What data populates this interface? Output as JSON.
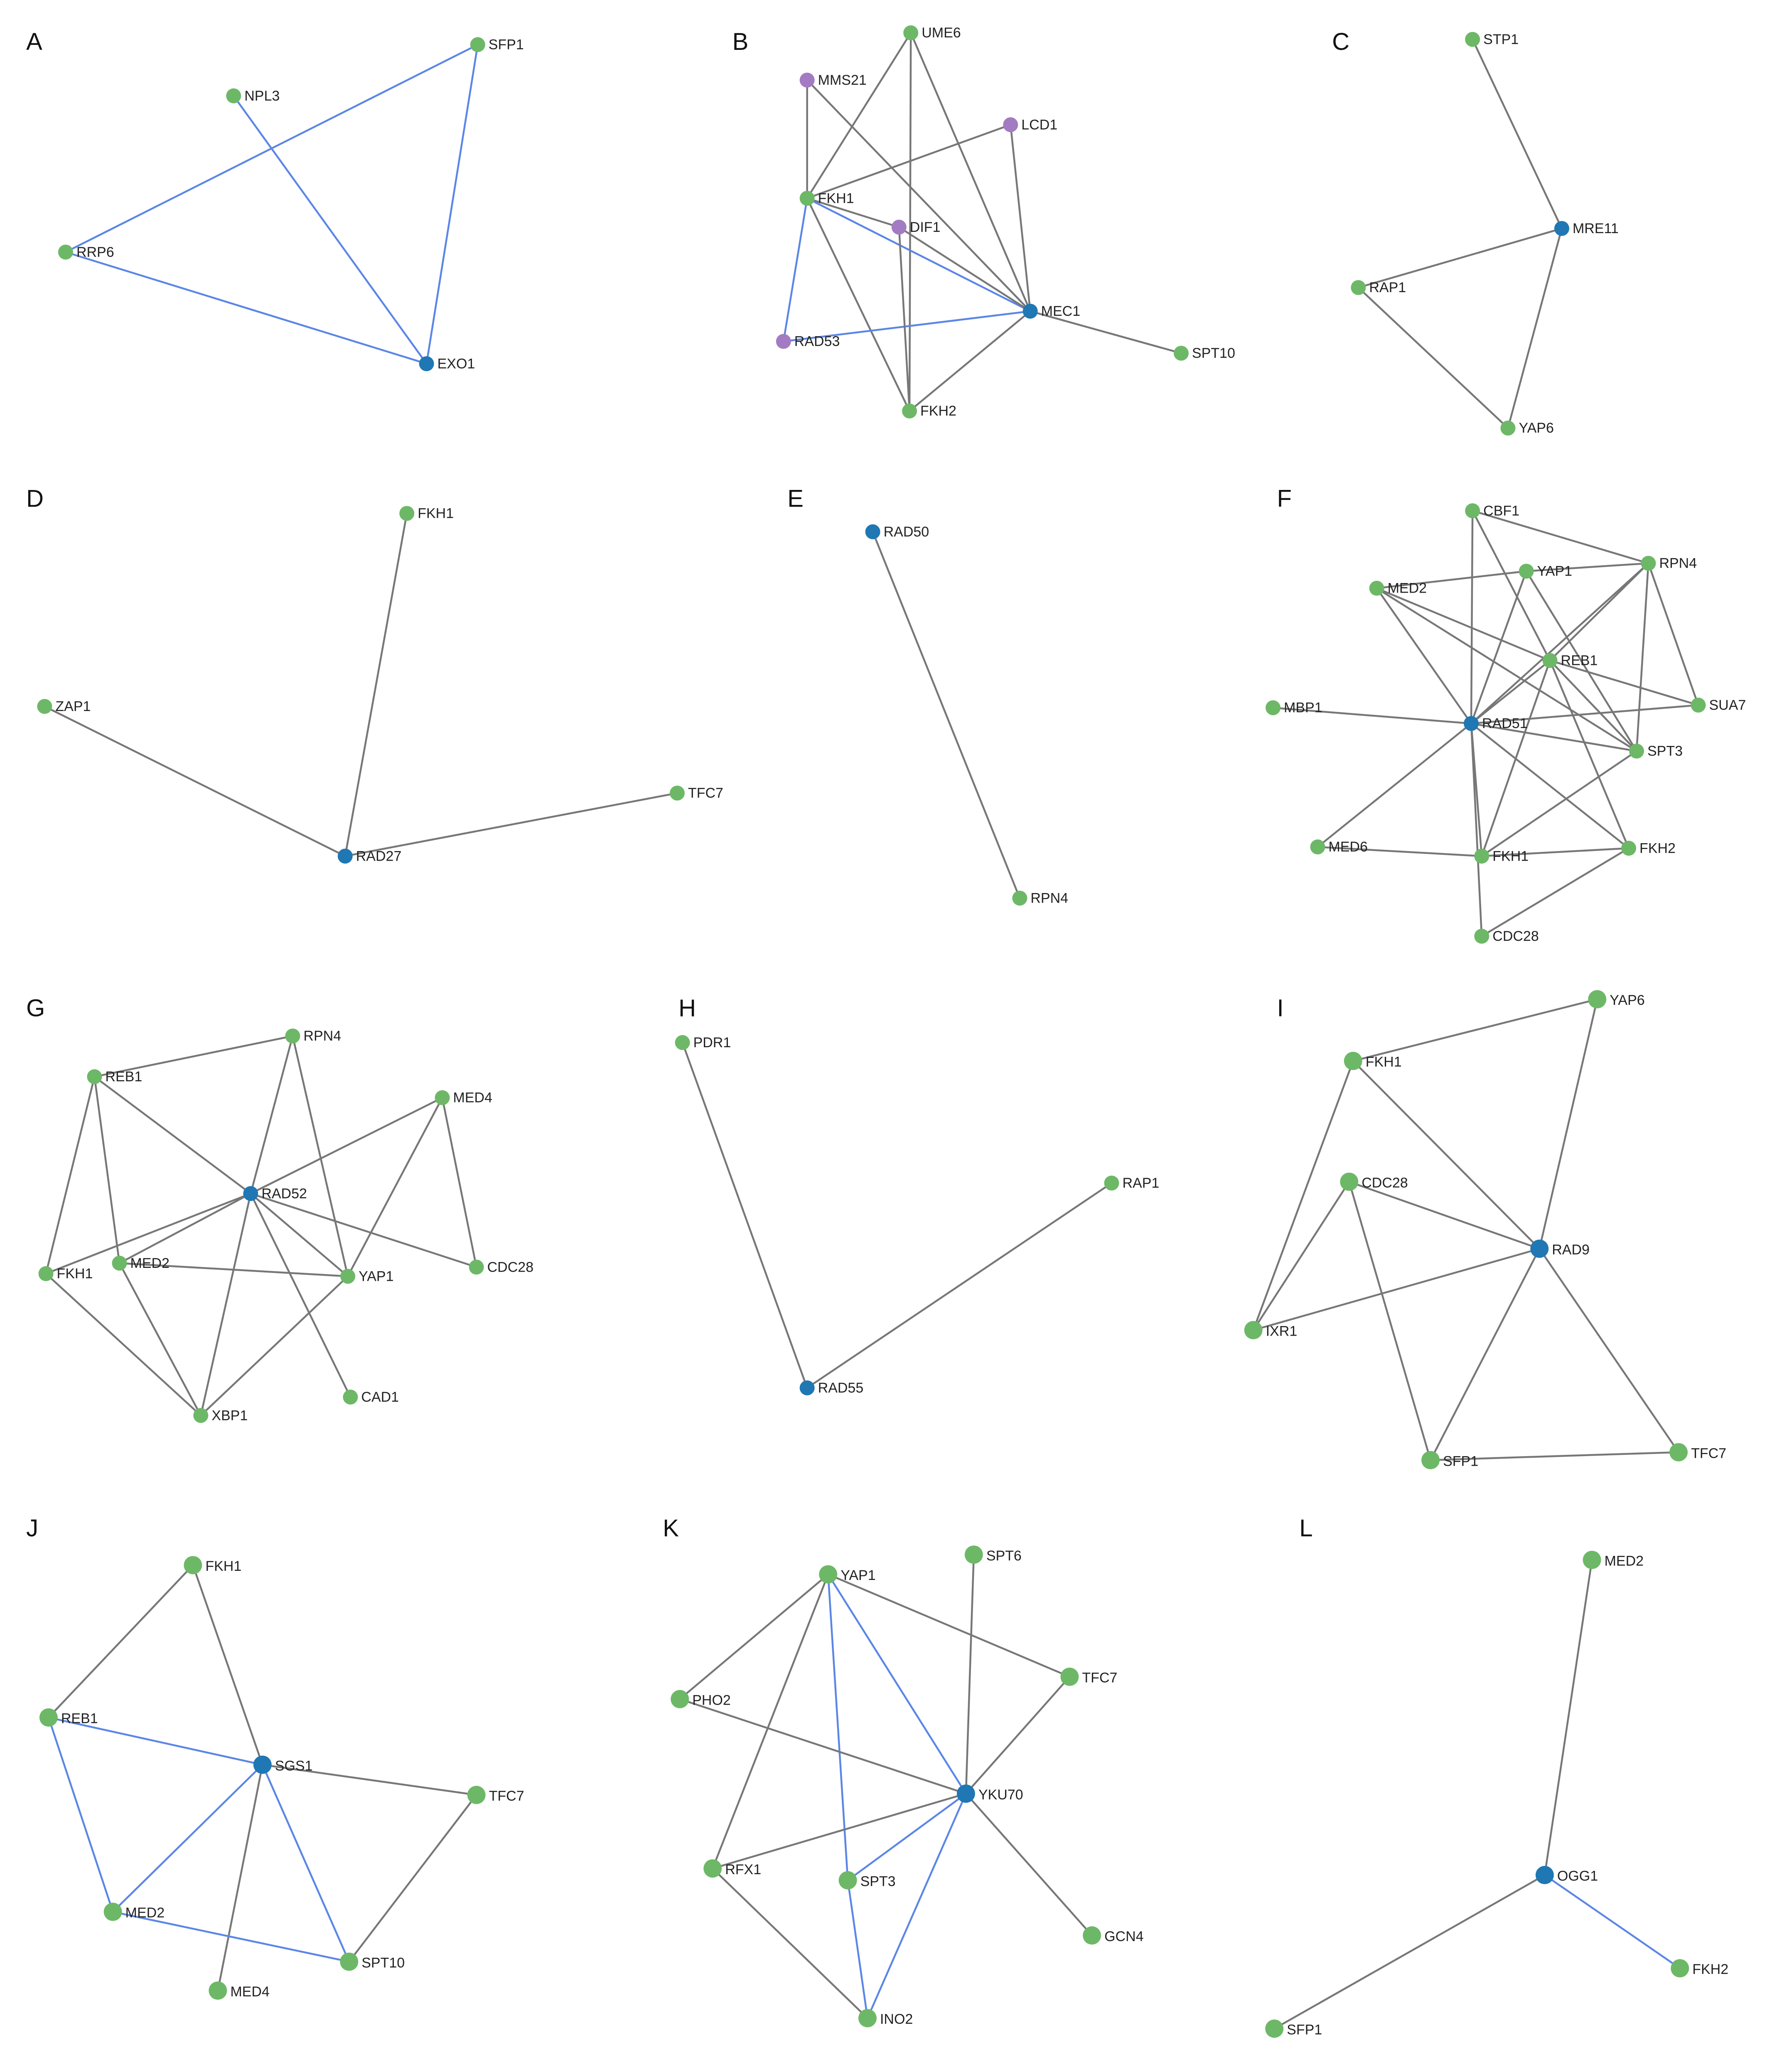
{
  "colors": {
    "gene_node": "#6db867",
    "hub_node": "#1f77b4",
    "purple_node": "#a37bc2",
    "gray_edge": "#777777",
    "blue_edge": "#5b86e6"
  },
  "panels": [
    {
      "label": "A",
      "nodes": [
        {
          "id": "SFP1",
          "label": "SFP1",
          "type": "gene"
        },
        {
          "id": "NPL3",
          "label": "NPL3",
          "type": "gene"
        },
        {
          "id": "RRP6",
          "label": "RRP6",
          "type": "gene"
        },
        {
          "id": "EXO1",
          "label": "EXO1",
          "type": "hub"
        }
      ],
      "edges": [
        [
          "RRP6",
          "SFP1",
          "blue"
        ],
        [
          "RRP6",
          "EXO1",
          "blue"
        ],
        [
          "SFP1",
          "EXO1",
          "blue"
        ],
        [
          "NPL3",
          "EXO1",
          "blue"
        ]
      ]
    },
    {
      "label": "B",
      "nodes": [
        {
          "id": "UME6",
          "label": "UME6",
          "type": "gene"
        },
        {
          "id": "MMS21",
          "label": "MMS21",
          "type": "purple"
        },
        {
          "id": "LCD1",
          "label": "LCD1",
          "type": "purple"
        },
        {
          "id": "FKH1",
          "label": "FKH1",
          "type": "gene"
        },
        {
          "id": "DIF1",
          "label": "DIF1",
          "type": "purple"
        },
        {
          "id": "MEC1",
          "label": "MEC1",
          "type": "hub"
        },
        {
          "id": "SPT10",
          "label": "SPT10",
          "type": "gene"
        },
        {
          "id": "RAD53",
          "label": "RAD53",
          "type": "purple"
        },
        {
          "id": "FKH2",
          "label": "FKH2",
          "type": "gene"
        }
      ],
      "edges": [
        [
          "MMS21",
          "FKH1",
          "gray"
        ],
        [
          "MMS21",
          "MEC1",
          "gray"
        ],
        [
          "UME6",
          "FKH1",
          "gray"
        ],
        [
          "UME6",
          "MEC1",
          "gray"
        ],
        [
          "UME6",
          "FKH2",
          "gray"
        ],
        [
          "LCD1",
          "FKH1",
          "gray"
        ],
        [
          "LCD1",
          "MEC1",
          "gray"
        ],
        [
          "FKH1",
          "DIF1",
          "gray"
        ],
        [
          "FKH1",
          "FKH2",
          "gray"
        ],
        [
          "FKH1",
          "MEC1",
          "blue"
        ],
        [
          "FKH1",
          "RAD53",
          "blue"
        ],
        [
          "RAD53",
          "MEC1",
          "blue"
        ],
        [
          "DIF1",
          "FKH2",
          "gray"
        ],
        [
          "MEC1",
          "SPT10",
          "gray"
        ],
        [
          "MEC1",
          "FKH2",
          "gray"
        ],
        [
          "DIF1",
          "MEC1",
          "gray"
        ]
      ]
    },
    {
      "label": "C",
      "nodes": [
        {
          "id": "STP1",
          "label": "STP1",
          "type": "gene"
        },
        {
          "id": "MRE11",
          "label": "MRE11",
          "type": "hub"
        },
        {
          "id": "RAP1",
          "label": "RAP1",
          "type": "gene"
        },
        {
          "id": "YAP6",
          "label": "YAP6",
          "type": "gene"
        }
      ],
      "edges": [
        [
          "STP1",
          "MRE11",
          "gray"
        ],
        [
          "RAP1",
          "MRE11",
          "gray"
        ],
        [
          "RAP1",
          "YAP6",
          "gray"
        ],
        [
          "MRE11",
          "YAP6",
          "gray"
        ]
      ]
    },
    {
      "label": "D",
      "nodes": [
        {
          "id": "FKH1",
          "label": "FKH1",
          "type": "gene"
        },
        {
          "id": "ZAP1",
          "label": "ZAP1",
          "type": "gene"
        },
        {
          "id": "TFC7",
          "label": "TFC7",
          "type": "gene"
        },
        {
          "id": "RAD27",
          "label": "RAD27",
          "type": "hub"
        }
      ],
      "edges": [
        [
          "FKH1",
          "RAD27",
          "gray"
        ],
        [
          "ZAP1",
          "RAD27",
          "gray"
        ],
        [
          "TFC7",
          "RAD27",
          "gray"
        ]
      ]
    },
    {
      "label": "E",
      "nodes": [
        {
          "id": "RAD50",
          "label": "RAD50",
          "type": "hub"
        },
        {
          "id": "RPN4",
          "label": "RPN4",
          "type": "gene"
        }
      ],
      "edges": [
        [
          "RAD50",
          "RPN4",
          "gray"
        ]
      ]
    },
    {
      "label": "F",
      "nodes": [
        {
          "id": "CBF1",
          "label": "CBF1",
          "type": "gene"
        },
        {
          "id": "YAP1",
          "label": "YAP1",
          "type": "gene"
        },
        {
          "id": "RPN4",
          "label": "RPN4",
          "type": "gene"
        },
        {
          "id": "MED2",
          "label": "MED2",
          "type": "gene"
        },
        {
          "id": "REB1",
          "label": "REB1",
          "type": "gene"
        },
        {
          "id": "MBP1",
          "label": "MBP1",
          "type": "gene"
        },
        {
          "id": "RAD51",
          "label": "RAD51",
          "type": "hub"
        },
        {
          "id": "SUA7",
          "label": "SUA7",
          "type": "gene"
        },
        {
          "id": "SPT3",
          "label": "SPT3",
          "type": "gene"
        },
        {
          "id": "MED6",
          "label": "MED6",
          "type": "gene"
        },
        {
          "id": "FKH1",
          "label": "FKH1",
          "type": "gene"
        },
        {
          "id": "FKH2",
          "label": "FKH2",
          "type": "gene"
        },
        {
          "id": "CDC28",
          "label": "CDC28",
          "type": "gene"
        }
      ],
      "edges": [
        [
          "CBF1",
          "RPN4",
          "gray"
        ],
        [
          "CBF1",
          "RAD51",
          "gray"
        ],
        [
          "CBF1",
          "REB1",
          "gray"
        ],
        [
          "MED2",
          "YAP1",
          "gray"
        ],
        [
          "YAP1",
          "RPN4",
          "gray"
        ],
        [
          "MED2",
          "REB1",
          "gray"
        ],
        [
          "MED2",
          "RAD51",
          "gray"
        ],
        [
          "MED2",
          "SPT3",
          "gray"
        ],
        [
          "YAP1",
          "RAD51",
          "gray"
        ],
        [
          "YAP1",
          "SPT3",
          "gray"
        ],
        [
          "RPN4",
          "REB1",
          "gray"
        ],
        [
          "RPN4",
          "RAD51",
          "gray"
        ],
        [
          "RPN4",
          "SUA7",
          "gray"
        ],
        [
          "RPN4",
          "SPT3",
          "gray"
        ],
        [
          "REB1",
          "RAD51",
          "gray"
        ],
        [
          "REB1",
          "SUA7",
          "gray"
        ],
        [
          "REB1",
          "SPT3",
          "gray"
        ],
        [
          "REB1",
          "FKH1",
          "gray"
        ],
        [
          "REB1",
          "FKH2",
          "gray"
        ],
        [
          "MBP1",
          "RAD51",
          "gray"
        ],
        [
          "RAD51",
          "SUA7",
          "gray"
        ],
        [
          "RAD51",
          "SPT3",
          "gray"
        ],
        [
          "RAD51",
          "MED6",
          "gray"
        ],
        [
          "RAD51",
          "FKH1",
          "gray"
        ],
        [
          "RAD51",
          "FKH2",
          "gray"
        ],
        [
          "RAD51",
          "CDC28",
          "gray"
        ],
        [
          "SPT3",
          "FKH1",
          "gray"
        ],
        [
          "MED6",
          "FKH1",
          "gray"
        ],
        [
          "FKH1",
          "FKH2",
          "gray"
        ],
        [
          "CDC28",
          "FKH2",
          "gray"
        ]
      ]
    },
    {
      "label": "G",
      "nodes": [
        {
          "id": "RPN4",
          "label": "RPN4",
          "type": "gene"
        },
        {
          "id": "REB1",
          "label": "REB1",
          "type": "gene"
        },
        {
          "id": "MED4",
          "label": "MED4",
          "type": "gene"
        },
        {
          "id": "RAD52",
          "label": "RAD52",
          "type": "hub"
        },
        {
          "id": "FKH1",
          "label": "FKH1",
          "type": "gene"
        },
        {
          "id": "MED2",
          "label": "MED2",
          "type": "gene"
        },
        {
          "id": "YAP1",
          "label": "YAP1",
          "type": "gene"
        },
        {
          "id": "CDC28",
          "label": "CDC28",
          "type": "gene"
        },
        {
          "id": "CAD1",
          "label": "CAD1",
          "type": "gene"
        },
        {
          "id": "XBP1",
          "label": "XBP1",
          "type": "gene"
        }
      ],
      "edges": [
        [
          "REB1",
          "RPN4",
          "gray"
        ],
        [
          "REB1",
          "RAD52",
          "gray"
        ],
        [
          "REB1",
          "FKH1",
          "gray"
        ],
        [
          "REB1",
          "MED2",
          "gray"
        ],
        [
          "RPN4",
          "RAD52",
          "gray"
        ],
        [
          "RPN4",
          "YAP1",
          "gray"
        ],
        [
          "MED4",
          "RAD52",
          "gray"
        ],
        [
          "MED4",
          "YAP1",
          "gray"
        ],
        [
          "MED4",
          "CDC28",
          "gray"
        ],
        [
          "RAD52",
          "FKH1",
          "gray"
        ],
        [
          "RAD52",
          "MED2",
          "gray"
        ],
        [
          "RAD52",
          "YAP1",
          "gray"
        ],
        [
          "RAD52",
          "CDC28",
          "gray"
        ],
        [
          "RAD52",
          "CAD1",
          "gray"
        ],
        [
          "RAD52",
          "XBP1",
          "gray"
        ],
        [
          "MED2",
          "YAP1",
          "gray"
        ],
        [
          "MED2",
          "XBP1",
          "gray"
        ],
        [
          "FKH1",
          "XBP1",
          "gray"
        ],
        [
          "YAP1",
          "XBP1",
          "gray"
        ]
      ]
    },
    {
      "label": "H",
      "nodes": [
        {
          "id": "PDR1",
          "label": "PDR1",
          "type": "gene"
        },
        {
          "id": "RAP1",
          "label": "RAP1",
          "type": "gene"
        },
        {
          "id": "RAD55",
          "label": "RAD55",
          "type": "hub"
        }
      ],
      "edges": [
        [
          "PDR1",
          "RAD55",
          "gray"
        ],
        [
          "RAP1",
          "RAD55",
          "gray"
        ]
      ]
    },
    {
      "label": "I",
      "nodes": [
        {
          "id": "YAP6",
          "label": "YAP6",
          "type": "gene"
        },
        {
          "id": "FKH1",
          "label": "FKH1",
          "type": "gene"
        },
        {
          "id": "CDC28",
          "label": "CDC28",
          "type": "gene"
        },
        {
          "id": "RAD9",
          "label": "RAD9",
          "type": "hub"
        },
        {
          "id": "IXR1",
          "label": "IXR1",
          "type": "gene"
        },
        {
          "id": "SFP1",
          "label": "SFP1",
          "type": "gene"
        },
        {
          "id": "TFC7",
          "label": "TFC7",
          "type": "gene"
        }
      ],
      "edges": [
        [
          "FKH1",
          "YAP6",
          "gray"
        ],
        [
          "FKH1",
          "RAD9",
          "gray"
        ],
        [
          "FKH1",
          "IXR1",
          "gray"
        ],
        [
          "YAP6",
          "RAD9",
          "gray"
        ],
        [
          "CDC28",
          "RAD9",
          "gray"
        ],
        [
          "CDC28",
          "IXR1",
          "gray"
        ],
        [
          "CDC28",
          "SFP1",
          "gray"
        ],
        [
          "IXR1",
          "RAD9",
          "gray"
        ],
        [
          "RAD9",
          "SFP1",
          "gray"
        ],
        [
          "RAD9",
          "TFC7",
          "gray"
        ],
        [
          "SFP1",
          "TFC7",
          "gray"
        ]
      ]
    },
    {
      "label": "J",
      "nodes": [
        {
          "id": "FKH1",
          "label": "FKH1",
          "type": "gene"
        },
        {
          "id": "REB1",
          "label": "REB1",
          "type": "gene"
        },
        {
          "id": "SGS1",
          "label": "SGS1",
          "type": "hub"
        },
        {
          "id": "TFC7",
          "label": "TFC7",
          "type": "gene"
        },
        {
          "id": "MED2",
          "label": "MED2",
          "type": "gene"
        },
        {
          "id": "SPT10",
          "label": "SPT10",
          "type": "gene"
        },
        {
          "id": "MED4",
          "label": "MED4",
          "type": "gene"
        }
      ],
      "edges": [
        [
          "FKH1",
          "REB1",
          "gray"
        ],
        [
          "FKH1",
          "SGS1",
          "gray"
        ],
        [
          "REB1",
          "SGS1",
          "blue"
        ],
        [
          "REB1",
          "MED2",
          "blue"
        ],
        [
          "SGS1",
          "MED2",
          "blue"
        ],
        [
          "SGS1",
          "SPT10",
          "blue"
        ],
        [
          "SGS1",
          "TFC7",
          "gray"
        ],
        [
          "SGS1",
          "MED4",
          "gray"
        ],
        [
          "MED2",
          "SPT10",
          "blue"
        ],
        [
          "TFC7",
          "SPT10",
          "gray"
        ]
      ]
    },
    {
      "label": "K",
      "nodes": [
        {
          "id": "YAP1",
          "label": "YAP1",
          "type": "gene"
        },
        {
          "id": "SPT6",
          "label": "SPT6",
          "type": "gene"
        },
        {
          "id": "TFC7",
          "label": "TFC7",
          "type": "gene"
        },
        {
          "id": "PHO2",
          "label": "PHO2",
          "type": "gene"
        },
        {
          "id": "YKU70",
          "label": "YKU70",
          "type": "hub"
        },
        {
          "id": "RFX1",
          "label": "RFX1",
          "type": "gene"
        },
        {
          "id": "SPT3",
          "label": "SPT3",
          "type": "gene"
        },
        {
          "id": "GCN4",
          "label": "GCN4",
          "type": "gene"
        },
        {
          "id": "INO2",
          "label": "INO2",
          "type": "gene"
        }
      ],
      "edges": [
        [
          "YAP1",
          "PHO2",
          "gray"
        ],
        [
          "YAP1",
          "TFC7",
          "gray"
        ],
        [
          "YAP1",
          "RFX1",
          "gray"
        ],
        [
          "YAP1",
          "YKU70",
          "blue"
        ],
        [
          "YAP1",
          "SPT3",
          "blue"
        ],
        [
          "SPT6",
          "YKU70",
          "gray"
        ],
        [
          "TFC7",
          "YKU70",
          "gray"
        ],
        [
          "PHO2",
          "YKU70",
          "gray"
        ],
        [
          "RFX1",
          "YKU70",
          "gray"
        ],
        [
          "RFX1",
          "INO2",
          "gray"
        ],
        [
          "SPT3",
          "YKU70",
          "blue"
        ],
        [
          "SPT3",
          "INO2",
          "blue"
        ],
        [
          "YKU70",
          "INO2",
          "blue"
        ],
        [
          "YKU70",
          "GCN4",
          "gray"
        ]
      ]
    },
    {
      "label": "L",
      "nodes": [
        {
          "id": "MED2",
          "label": "MED2",
          "type": "gene"
        },
        {
          "id": "OGG1",
          "label": "OGG1",
          "type": "hub"
        },
        {
          "id": "FKH2",
          "label": "FKH2",
          "type": "gene"
        },
        {
          "id": "SFP1",
          "label": "SFP1",
          "type": "gene"
        }
      ],
      "edges": [
        [
          "MED2",
          "OGG1",
          "gray"
        ],
        [
          "OGG1",
          "SFP1",
          "gray"
        ],
        [
          "OGG1",
          "FKH2",
          "blue"
        ]
      ]
    }
  ]
}
